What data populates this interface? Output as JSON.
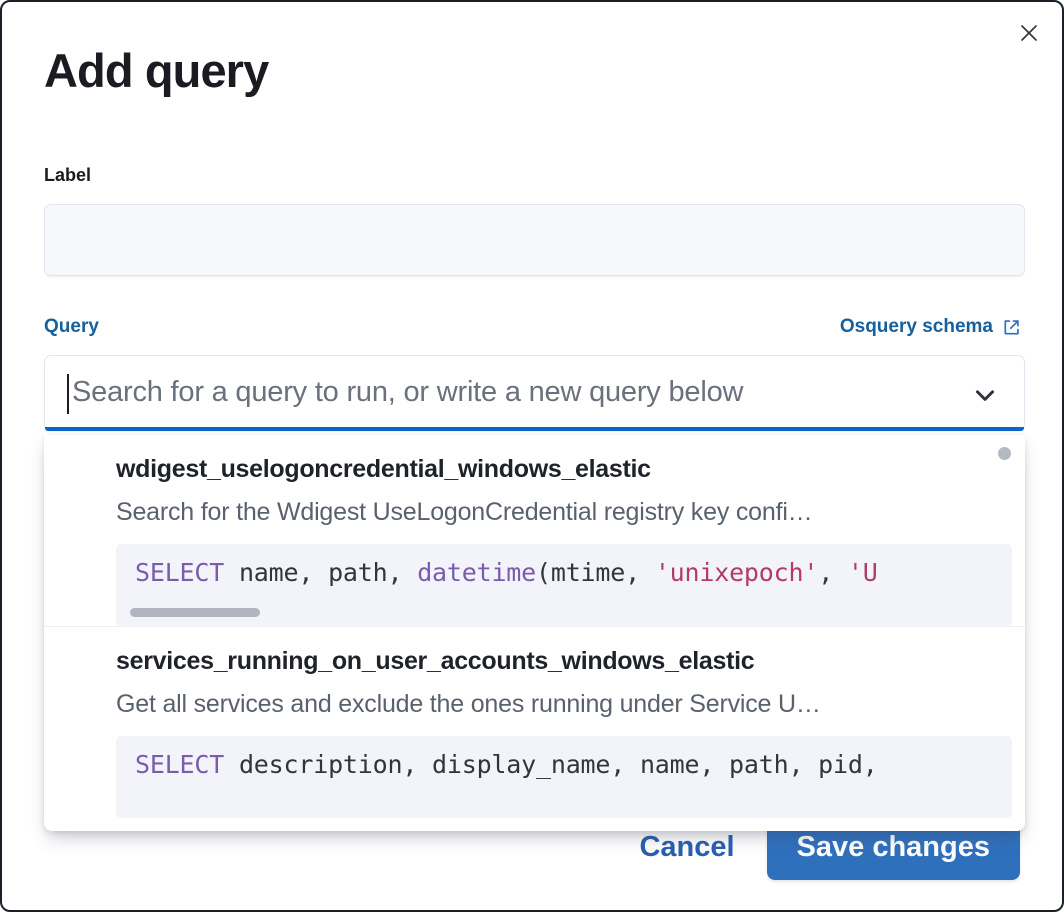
{
  "modal": {
    "title": "Add query",
    "close_icon": "close-icon"
  },
  "label_field": {
    "label": "Label",
    "value": "",
    "placeholder": ""
  },
  "query_field": {
    "label": "Query",
    "schema_link_text": "Osquery schema",
    "schema_link_icon": "external-link-icon",
    "combobox_value": "",
    "combobox_placeholder": "Search for a query to run, or write a new query below",
    "chevron_icon": "chevron-down-icon"
  },
  "dropdown": {
    "options": [
      {
        "title": "wdigest_uselogoncredential_windows_elastic",
        "description": "Search for the Wdigest UseLogonCredential registry key confi…",
        "code_tokens": [
          {
            "text": "SELECT",
            "type": "keyword"
          },
          {
            "text": " name, path, ",
            "type": "plain"
          },
          {
            "text": "datetime",
            "type": "function"
          },
          {
            "text": "(mtime, ",
            "type": "plain"
          },
          {
            "text": "'unixepoch'",
            "type": "string"
          },
          {
            "text": ", ",
            "type": "plain"
          },
          {
            "text": "'U",
            "type": "string"
          }
        ],
        "has_code_scrollbar": true
      },
      {
        "title": "services_running_on_user_accounts_windows_elastic",
        "description": "Get all services and exclude the ones running under Service U…",
        "code_tokens": [
          {
            "text": "SELECT",
            "type": "keyword"
          },
          {
            "text": " description, display_name, name, path, pid,",
            "type": "plain"
          }
        ],
        "has_code_scrollbar": false
      }
    ]
  },
  "footer": {
    "cancel_label": "Cancel",
    "save_label": "Save changes"
  },
  "colors": {
    "accent_blue": "#16609e",
    "primary_button": "#2f70bd",
    "focus_underline": "#0b64c9",
    "code_background": "#f3f4f9",
    "keyword": "#7b5bab",
    "string": "#b33b65"
  }
}
